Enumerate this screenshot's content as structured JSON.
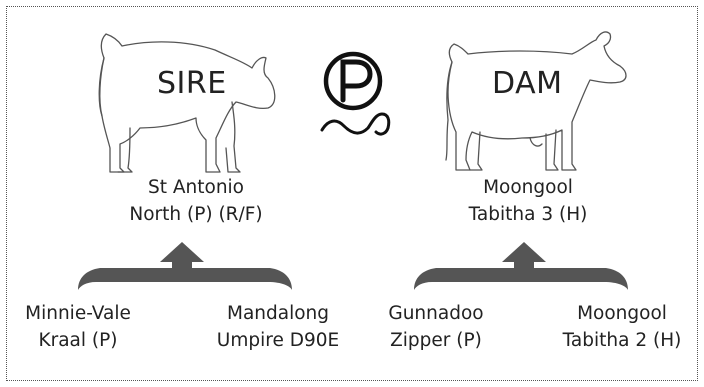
{
  "sire": {
    "label": "SIRE",
    "name_line1": "St Antonio",
    "name_line2": "North (P) (R/F)",
    "parents": [
      {
        "line1": "Minnie-Vale",
        "line2": "Kraal (P)"
      },
      {
        "line1": "Mandalong",
        "line2": "Umpire D90E"
      }
    ]
  },
  "dam": {
    "label": "DAM",
    "name_line1": "Moongool",
    "name_line2": "Tabitha 3 (H)",
    "parents": [
      {
        "line1": "Gunnadoo",
        "line2": "Zipper (P)"
      },
      {
        "line1": "Moongool",
        "line2": "Tabitha 2 (H)"
      }
    ]
  },
  "poll_symbol": {
    "letter": "P",
    "icon": "polled-circle-icon"
  },
  "colors": {
    "bracket": "#555555",
    "text": "#222222",
    "outline": "#555555"
  }
}
